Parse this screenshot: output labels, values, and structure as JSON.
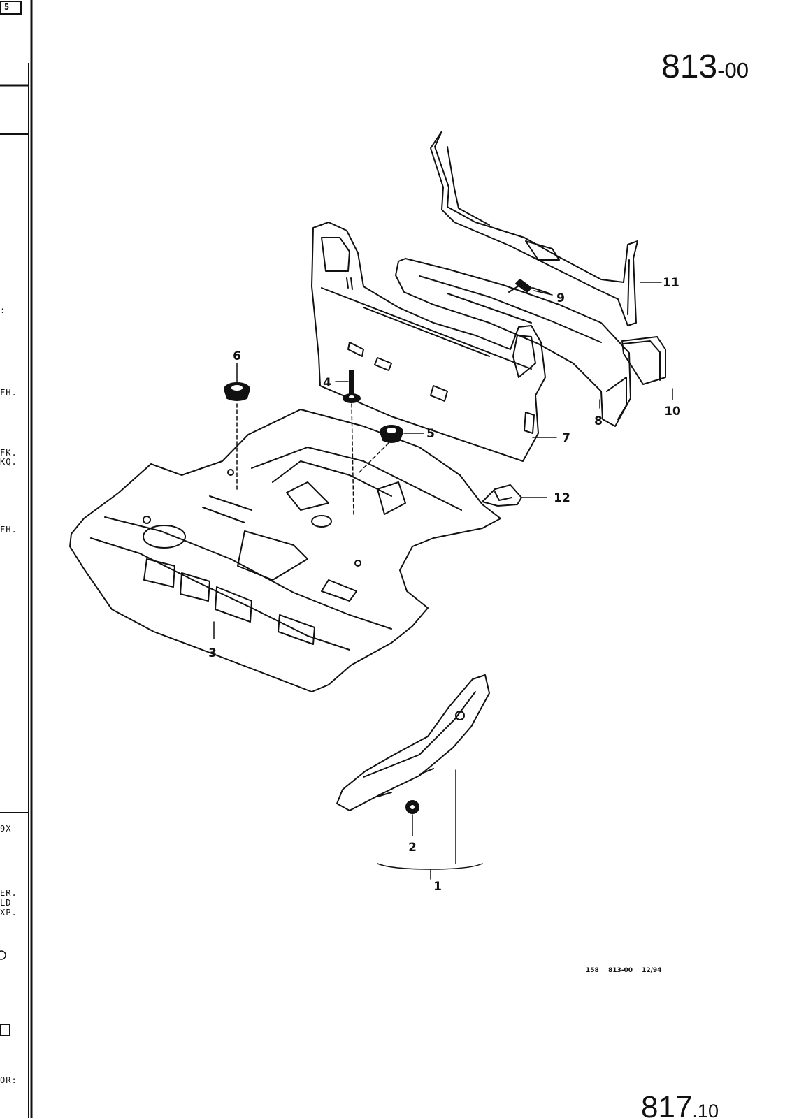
{
  "header": {
    "page_code": "813",
    "page_code_suffix": "-00"
  },
  "left_strip": {
    "top_box": "5",
    "entries": [
      ":",
      "FH.",
      "FK.",
      "KQ.",
      "FH.",
      "9X",
      "ER.",
      "LD",
      "XP.",
      "OR:"
    ]
  },
  "callouts": [
    "1",
    "2",
    "3",
    "4",
    "5",
    "6",
    "7",
    "8",
    "9",
    "10",
    "11",
    "12"
  ],
  "footer": {
    "ref_id": "158",
    "ref_code": "813-00",
    "ref_date": "12/94"
  },
  "next_page": {
    "code": "817",
    "suffix": ".10"
  },
  "colors": {
    "ink": "#111111",
    "paper": "#ffffff"
  }
}
